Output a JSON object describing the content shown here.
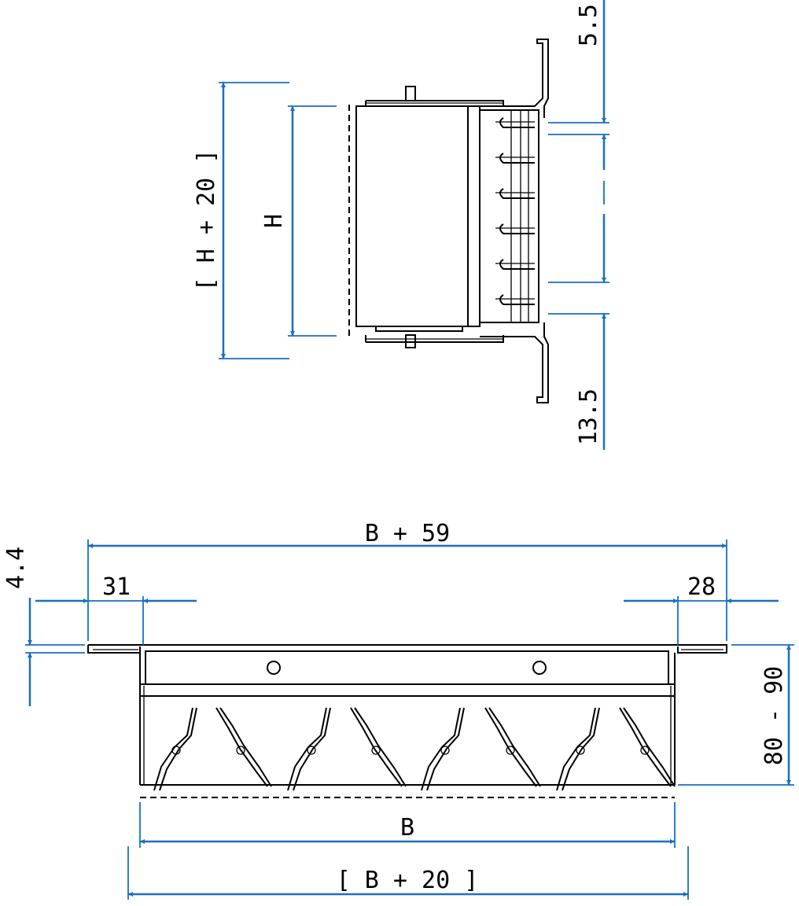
{
  "colors": {
    "dimension": "#1a6fc0",
    "line": "#000000"
  },
  "side_view": {
    "dim_h_plus_20": "[ H + 20 ]",
    "dim_h": "H",
    "dim_top_gap": "5.5",
    "dim_bottom_gap": "13.5"
  },
  "front_view": {
    "dim_overall": "B + 59",
    "dim_left_flange": "31",
    "dim_right_flange": "28",
    "dim_flange_thickness": "4.4",
    "dim_depth": "80 - 90",
    "dim_b": "B",
    "dim_b_plus_20": "[ B + 20 ]"
  }
}
